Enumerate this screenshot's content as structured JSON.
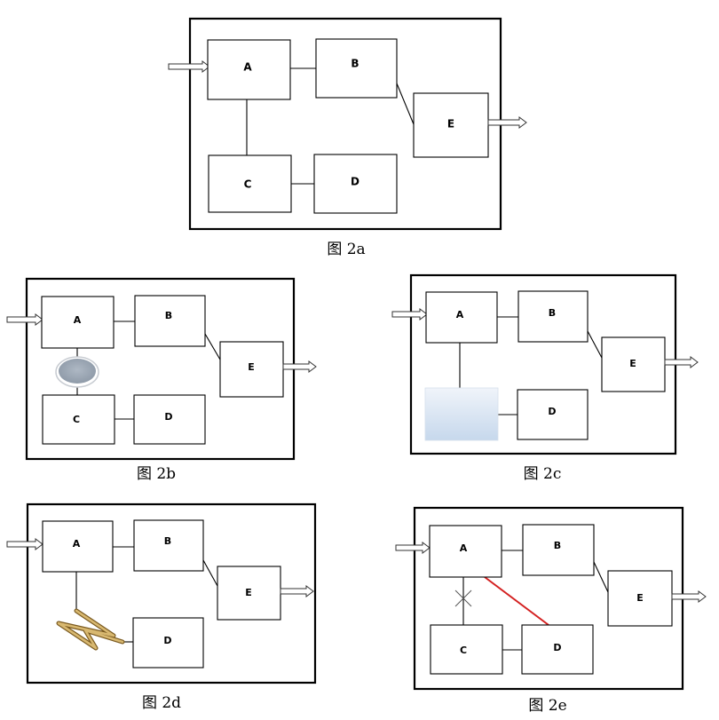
{
  "colors": {
    "frame": "#000000",
    "fill_oval": "#a8b3c0",
    "fill_gradient_top": "#f0f4fa",
    "fill_gradient_bottom": "#c6d8ec",
    "spring": "#c9a660",
    "red_link": "#d42020"
  },
  "panels": [
    {
      "caption": "图 2a",
      "labels": {
        "A": "A",
        "B": "B",
        "C": "C",
        "D": "D",
        "E": "E"
      }
    },
    {
      "caption": "图 2b",
      "labels": {
        "A": "A",
        "B": "B",
        "C": "C",
        "D": "D",
        "E": "E"
      }
    },
    {
      "caption": "图 2c",
      "labels": {
        "A": "A",
        "B": "B",
        "D": "D",
        "E": "E"
      }
    },
    {
      "caption": "图 2d",
      "labels": {
        "A": "A",
        "B": "B",
        "D": "D",
        "E": "E"
      }
    },
    {
      "caption": "图 2e",
      "labels": {
        "A": "A",
        "B": "B",
        "C": "C",
        "D": "D",
        "E": "E"
      }
    }
  ]
}
